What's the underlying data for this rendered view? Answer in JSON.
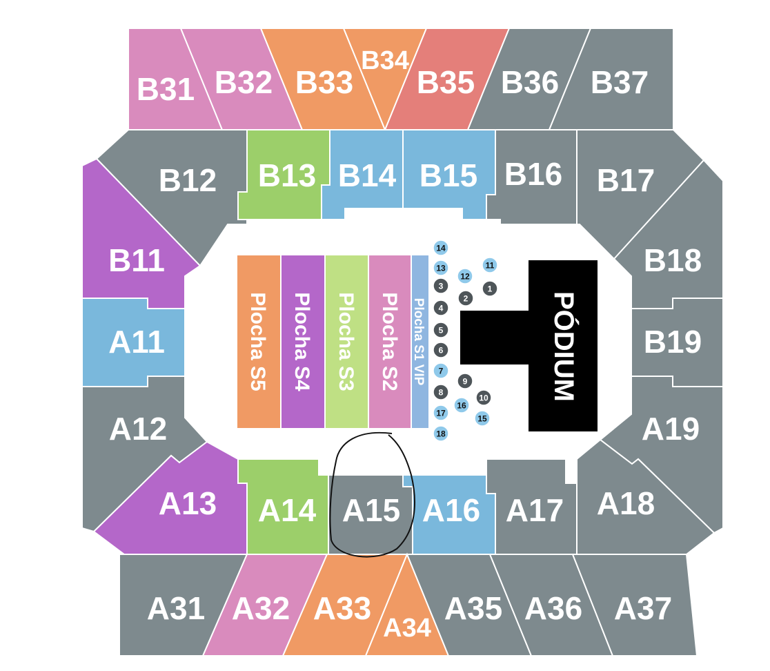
{
  "colors": {
    "gray": "#7e8a8e",
    "pink": "#d98bbd",
    "orange": "#f09a64",
    "salmon": "#e47f7a",
    "blue": "#7ab8dc",
    "green": "#9ccf6a",
    "lightgreen": "#bfe084",
    "purple": "#b467c9",
    "vip": "#8fb6e0",
    "stage": "#000000",
    "seat_dark": "#4e5559",
    "seat_light": "#8fc9ea"
  },
  "sections": {
    "B31": "B31",
    "B32": "B32",
    "B33": "B33",
    "B34": "B34",
    "B35": "B35",
    "B36": "B36",
    "B37": "B37",
    "B12": "B12",
    "B13": "B13",
    "B14": "B14",
    "B15": "B15",
    "B16": "B16",
    "B17": "B17",
    "B11": "B11",
    "B18": "B18",
    "B19": "B19",
    "A11": "A11",
    "A12": "A12",
    "A13": "A13",
    "A14": "A14",
    "A15": "A15",
    "A16": "A16",
    "A17": "A17",
    "A18": "A18",
    "A19": "A19",
    "A31": "A31",
    "A32": "A32",
    "A33": "A33",
    "A34": "A34",
    "A35": "A35",
    "A36": "A36",
    "A37": "A37"
  },
  "floor": {
    "s5": "Plocha S5",
    "s4": "Plocha S4",
    "s3": "Plocha S3",
    "s2": "Plocha S2",
    "s1vip": "Plocha S1 VIP"
  },
  "stage": "PÓDIUM",
  "tables": [
    "1",
    "2",
    "3",
    "4",
    "5",
    "6",
    "7",
    "8",
    "9",
    "10",
    "11",
    "12",
    "13",
    "14",
    "15",
    "16",
    "17",
    "18"
  ]
}
